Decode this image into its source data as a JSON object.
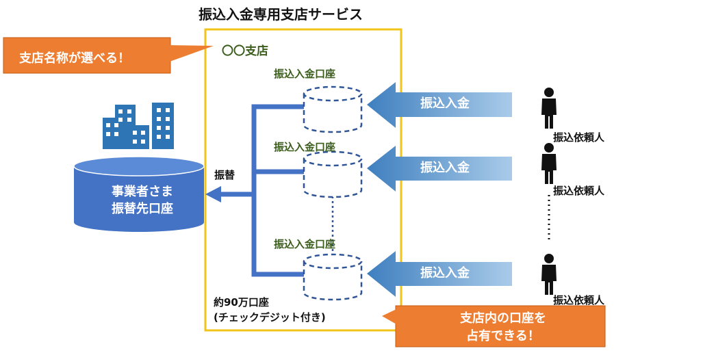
{
  "title": "振込入金専用支店サービス",
  "branch_name": "〇〇支店",
  "account_label": "振込入金口座",
  "deposit_label": "振込入金",
  "client_label": "振込依頼人",
  "transfer_label": "振替",
  "account_count_line1": "約90万口座",
  "account_count_line2": "(チェックデジット付き)",
  "customer_account_line1": "事業者さま",
  "customer_account_line2": "振替先口座",
  "callout_branch": "支店名称が選べる！",
  "callout_occupy_line1": "支店内の口座を",
  "callout_occupy_line2": "占有できる！",
  "colors": {
    "frame": "#f0c419",
    "callout": "#ed7d31",
    "blue": "#4472c4",
    "arrow": "#5b9bd5",
    "dark_blue": "#2f5597",
    "label_green": "#3b5d1c"
  },
  "icons": [
    "building-icon",
    "database-icon",
    "person-icon",
    "arrow-icon"
  ]
}
